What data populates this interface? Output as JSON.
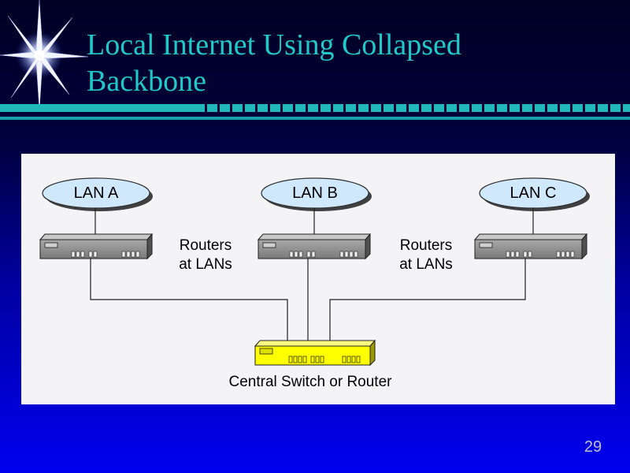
{
  "slide": {
    "title_line1": "Local Internet Using Collapsed",
    "title_line2": "Backbone",
    "page_number": "29"
  },
  "diagram": {
    "lans": [
      "LAN A",
      "LAN B",
      "LAN C"
    ],
    "router_caption_left": [
      "Routers",
      "at LANs"
    ],
    "router_caption_right": [
      "Routers",
      "at LANs"
    ],
    "central_label": "Central Switch or Router"
  },
  "colors": {
    "title": "#20c8c8",
    "accent_rule": "#20b8b8",
    "central_device": "#ffff00",
    "router_device": "#888888",
    "lan_ellipse": "#cfe8fb"
  }
}
